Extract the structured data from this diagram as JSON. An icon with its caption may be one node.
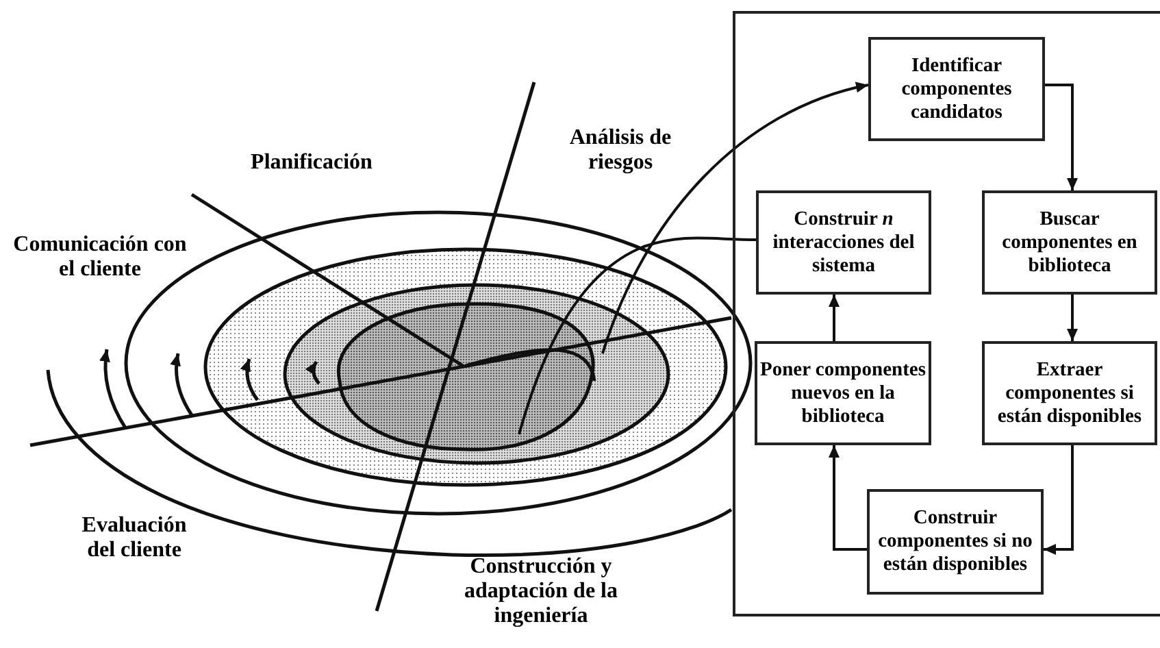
{
  "diagram": {
    "nodes": [
      {
        "text": [],
        "shape": "box"
      },
      {
        "text": [
          "Identificar componentes candidatos"
        ],
        "in": 0
      },
      {
        "text": [
          "Buscar componentes en biblioteca"
        ],
        "in": 0
      },
      {
        "text": [
          "Extraer componentes si están disponibles"
        ],
        "in": 0
      },
      {
        "text": [
          "Construir componentes si no están disponibles"
        ],
        "in": 0
      },
      {
        "text": [
          "Poner componentes nuevos en la biblioteca"
        ],
        "in": 0
      },
      {
        "text": [
          "Construir *n* interacciones del sistema"
        ],
        "in": 0
      }
    ],
    "edges": [
      {
        "from": null,
        "to": 1,
        "arrow": "to"
      },
      {
        "from": null,
        "to": 6,
        "arrow": "none"
      },
      {
        "from": 1,
        "to": 2,
        "arrow": "to"
      },
      {
        "from": 2,
        "to": 3,
        "arrow": "to"
      },
      {
        "from": 3,
        "to": 4,
        "arrow": "to"
      },
      {
        "from": 4,
        "to": 5,
        "arrow": "to"
      },
      {
        "from": 5,
        "to": 6,
        "arrow": "to"
      }
    ],
    "labels": [
      "Planificación",
      "Análisis de riesgos",
      "Comunicación con el cliente",
      "Evaluación del cliente",
      "Construcción y adaptación de la ingeniería"
    ]
  }
}
